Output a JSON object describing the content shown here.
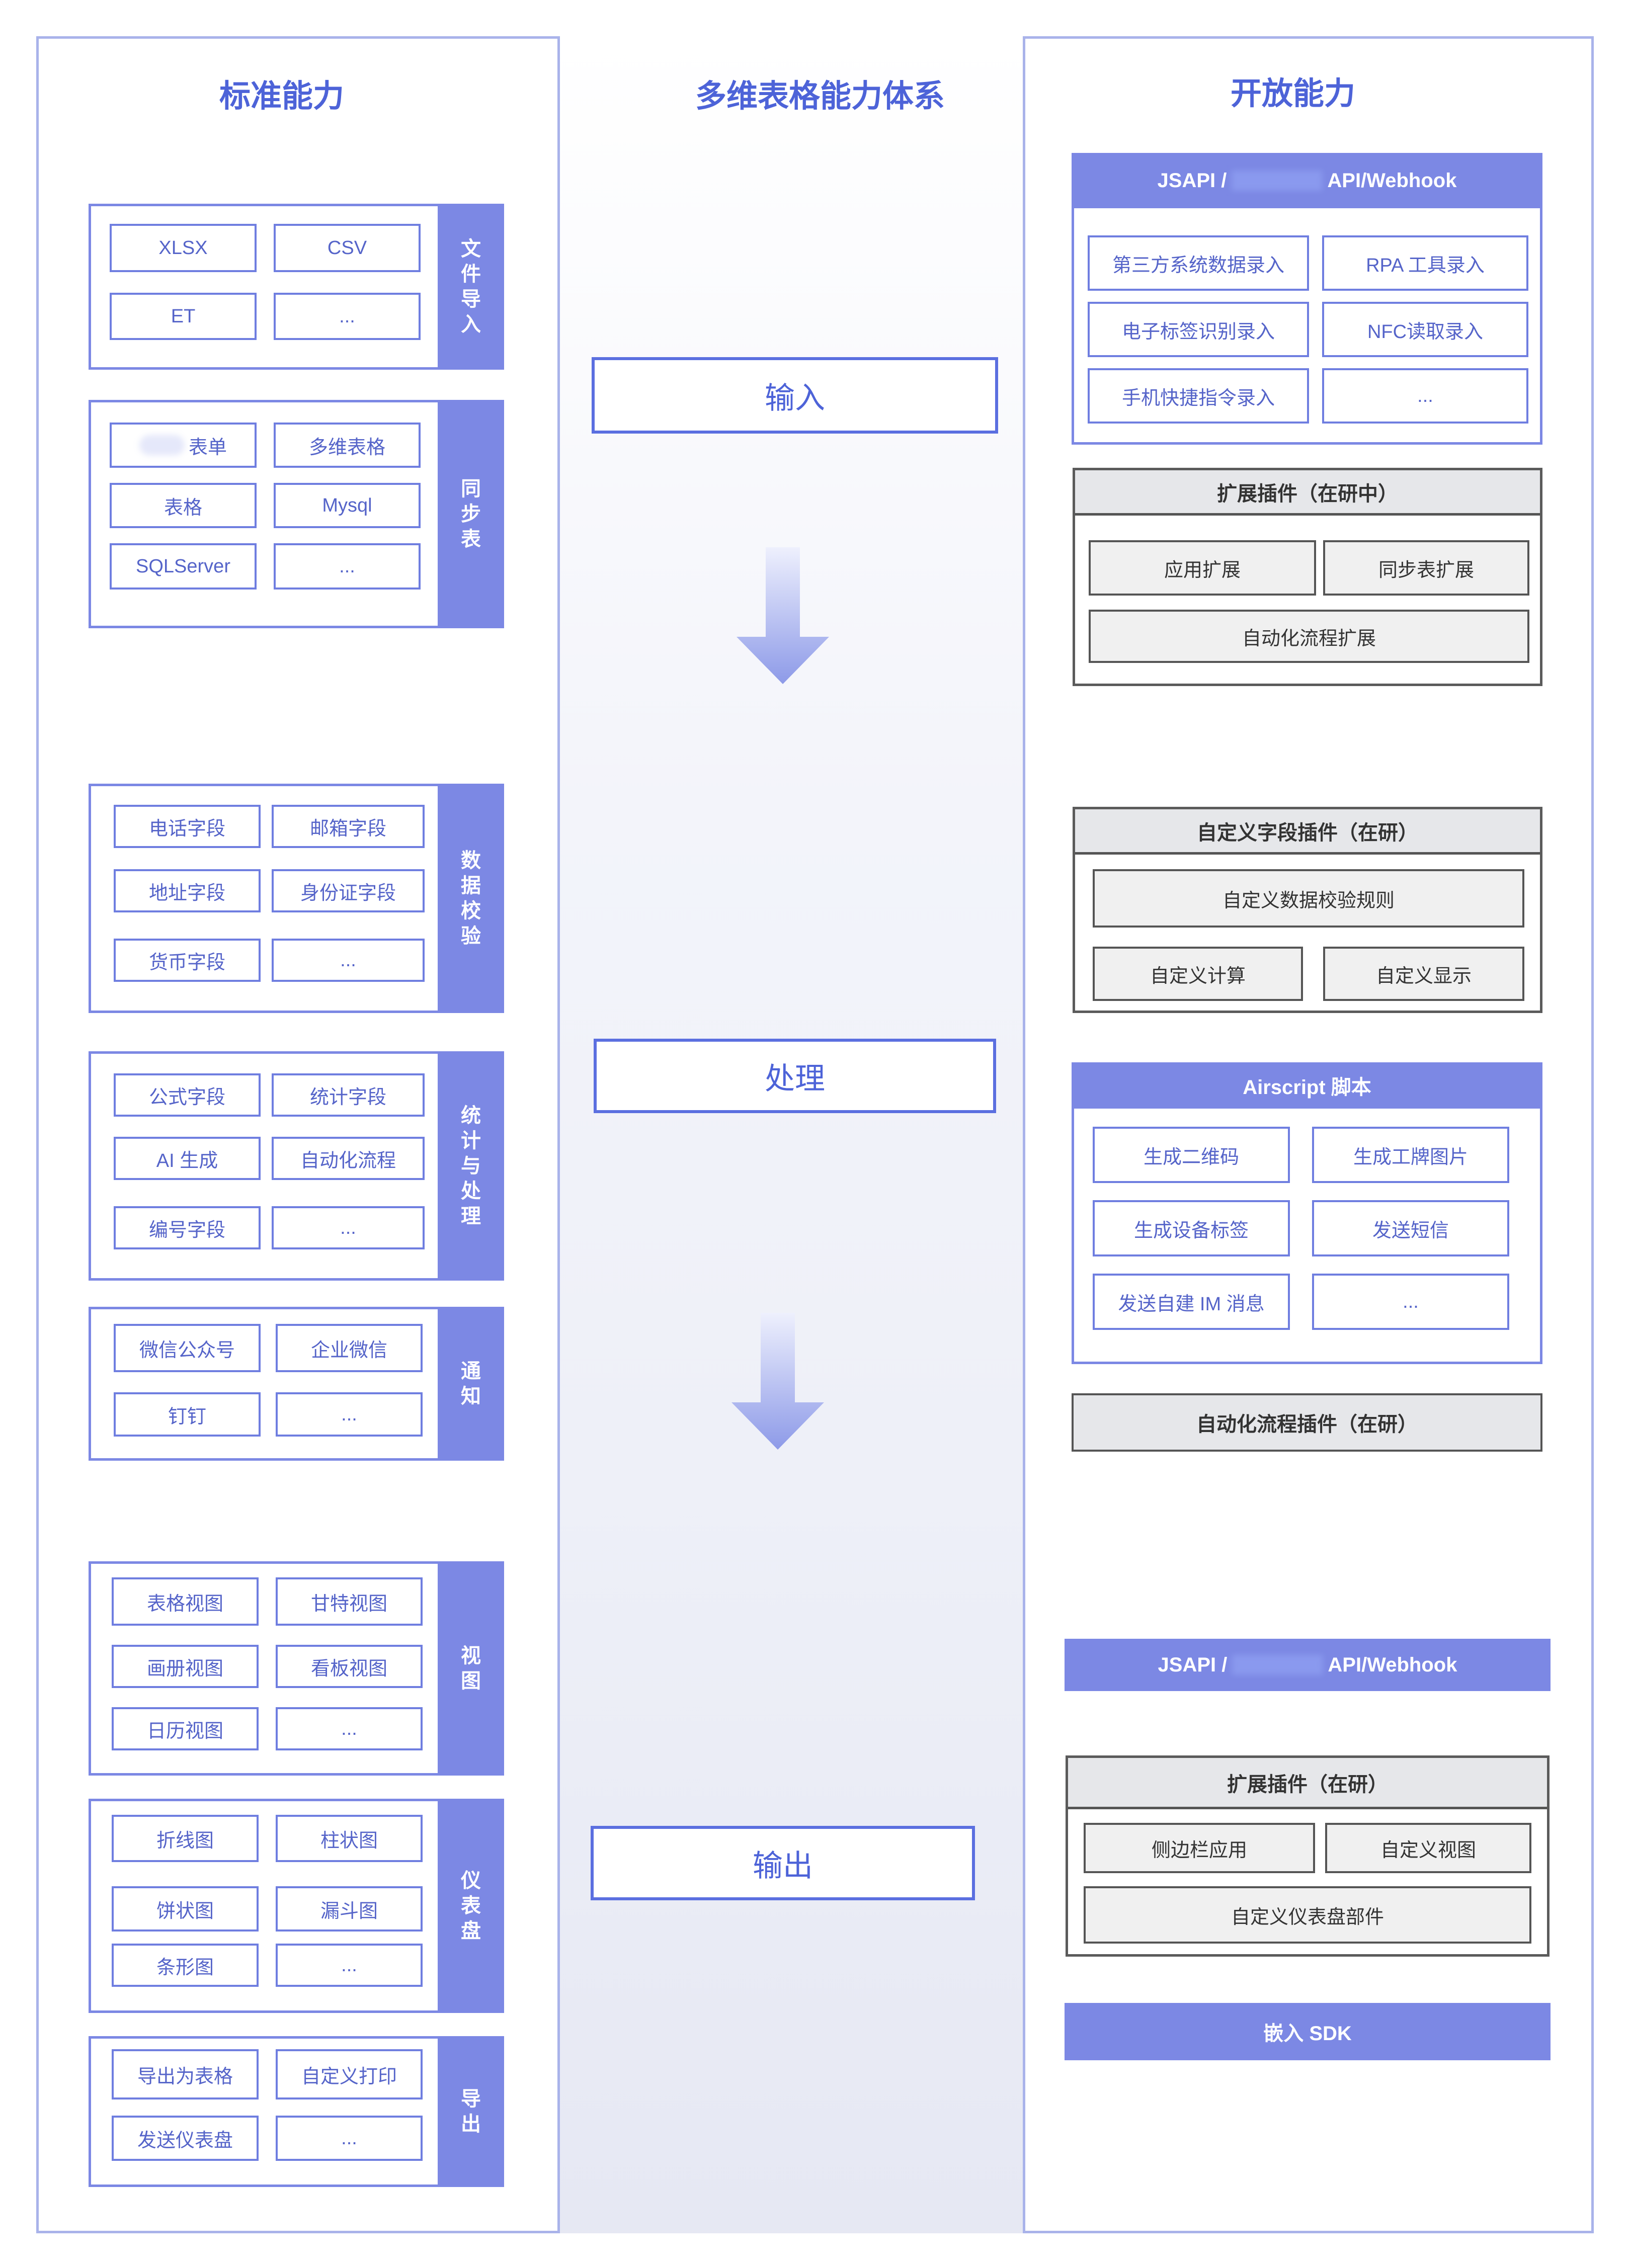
{
  "columns": {
    "left_title": "标准能力",
    "mid_title": "多维表格能力体系",
    "right_title": "开放能力"
  },
  "flow": {
    "input": "输入",
    "process": "处理",
    "output": "输出"
  },
  "left": {
    "import": {
      "tab": "文件导入",
      "cells": [
        "XLSX",
        "CSV",
        "ET",
        "..."
      ]
    },
    "sync": {
      "tab": "同步表",
      "cells": [
        "表单",
        "多维表格",
        "表格",
        "Mysql",
        "SQLServer",
        "..."
      ]
    },
    "validate": {
      "tab": "数据校验",
      "cells": [
        "电话字段",
        "邮箱字段",
        "地址字段",
        "身份证字段",
        "货币字段",
        "..."
      ]
    },
    "stats": {
      "tab": "统计与处理",
      "cells": [
        "公式字段",
        "统计字段",
        "AI 生成",
        "自动化流程",
        "编号字段",
        "..."
      ]
    },
    "notify": {
      "tab": "通知",
      "cells": [
        "微信公众号",
        "企业微信",
        "钉钉",
        "..."
      ]
    },
    "view": {
      "tab": "视图",
      "cells": [
        "表格视图",
        "甘特视图",
        "画册视图",
        "看板视图",
        "日历视图",
        "..."
      ]
    },
    "dashboard": {
      "tab": "仪表盘",
      "cells": [
        "折线图",
        "柱状图",
        "饼状图",
        "漏斗图",
        "条形图",
        "..."
      ]
    },
    "export": {
      "tab": "导出",
      "cells": [
        "导出为表格",
        "自定义打印",
        "发送仪表盘",
        "..."
      ]
    }
  },
  "right": {
    "api_top": {
      "prefix": "JSAPI /",
      "suffix": "API/Webhook",
      "cells": [
        "第三方系统数据录入",
        "RPA 工具录入",
        "电子标签识别录入",
        "NFC读取录入",
        "手机快捷指令录入",
        "..."
      ]
    },
    "ext_plugin": {
      "title": "扩展插件（在研中）",
      "cells": [
        "应用扩展",
        "同步表扩展",
        "自动化流程扩展"
      ]
    },
    "field_plugin": {
      "title": "自定义字段插件（在研）",
      "cells": [
        "自定义数据校验规则",
        "自定义计算",
        "自定义显示"
      ]
    },
    "airscript": {
      "title": "Airscript 脚本",
      "cells": [
        "生成二维码",
        "生成工牌图片",
        "生成设备标签",
        "发送短信",
        "发送自建 IM 消息",
        "..."
      ]
    },
    "auto_plugin": {
      "title": "自动化流程插件（在研）"
    },
    "api_bottom": {
      "prefix": "JSAPI /",
      "suffix": "API/Webhook"
    },
    "ext_plugin2": {
      "title": "扩展插件（在研）",
      "cells": [
        "侧边栏应用",
        "自定义视图",
        "自定义仪表盘部件"
      ]
    },
    "sdk": {
      "title": "嵌入 SDK"
    }
  }
}
